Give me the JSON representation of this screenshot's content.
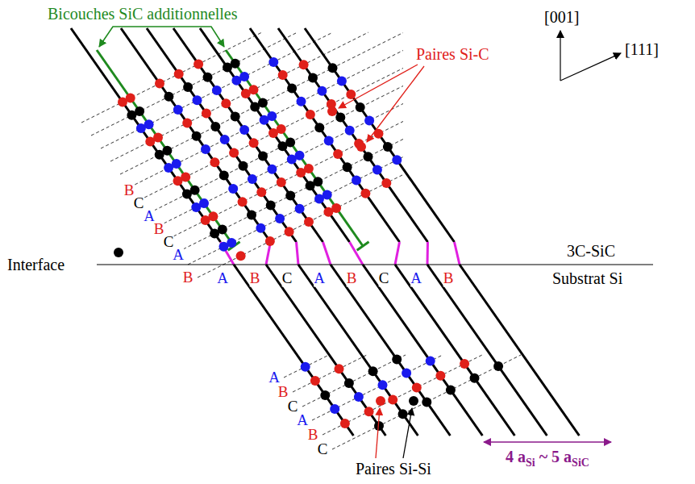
{
  "diagram": {
    "labels": [
      "Bicouches SiC additionnelles",
      "Paires Si-C",
      "[001]",
      "[111]",
      "B",
      "C",
      "A",
      "B",
      "C",
      "A",
      "B",
      "Interface",
      "A",
      "B",
      "C",
      "A",
      "B",
      "C",
      "A",
      "B",
      "3C-SiC",
      "Substrat Si",
      "A",
      "B",
      "C",
      "A",
      "B",
      "C",
      "Paires Si-Si",
      "4 a",
      "Si",
      "~ 5 a",
      "SiC"
    ]
  }
}
